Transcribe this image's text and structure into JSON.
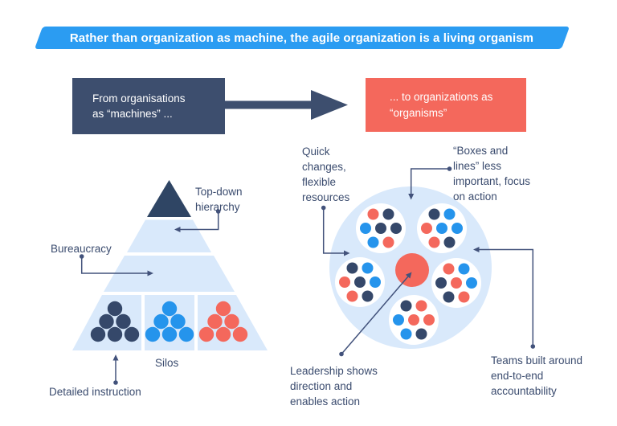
{
  "banner": {
    "text": "Rather than organization as machine, the agile organization is a living organism"
  },
  "flow": {
    "from_label": "From organisations\nas “machines” ...",
    "to_label": "... to organizations as\n“organisms”"
  },
  "machine_labels": {
    "top_down": "Top-down\nhierarchy",
    "bureaucracy": "Bureaucracy",
    "silos": "Silos",
    "detailed_instruction": "Detailed instruction"
  },
  "organism_labels": {
    "quick_changes": "Quick\nchanges,\nflexible\nresources",
    "boxes_lines": "“Boxes and\nlines” less\nimportant, focus\non action",
    "leadership": "Leadership shows\ndirection and\nenables action",
    "teams": "Teams built around\nend-to-end\naccountability"
  },
  "machine_silos": [
    {
      "name": "silo-1",
      "dot_color": "navy"
    },
    {
      "name": "silo-2",
      "dot_color": "blue"
    },
    {
      "name": "silo-3",
      "dot_color": "coral"
    }
  ],
  "organism_teams": [
    {
      "name": "team-top-left",
      "dots": [
        "coral",
        "navy",
        "blue",
        "navy",
        "navy",
        "blue",
        "coral"
      ]
    },
    {
      "name": "team-top-right",
      "dots": [
        "navy",
        "blue",
        "coral",
        "blue",
        "blue",
        "coral",
        "navy"
      ]
    },
    {
      "name": "team-mid-left",
      "dots": [
        "navy",
        "blue",
        "coral",
        "navy",
        "blue",
        "coral",
        "navy"
      ]
    },
    {
      "name": "team-mid-right",
      "dots": [
        "coral",
        "blue",
        "navy",
        "coral",
        "blue",
        "navy",
        "coral"
      ]
    },
    {
      "name": "team-bottom",
      "dots": [
        "navy",
        "coral",
        "blue",
        "coral",
        "coral",
        "blue",
        "navy"
      ]
    }
  ],
  "colors": {
    "banner_blue": "#2B9CF2",
    "navy_box": "#3D4E6E",
    "navy": "#35486A",
    "triangle_navy": "#2F4564",
    "blue": "#2594EC",
    "coral": "#F4685C",
    "light_blue": "#D9E9FB",
    "white": "#FFFFFF",
    "line": "#42527B",
    "text": "#3A4B6E"
  }
}
